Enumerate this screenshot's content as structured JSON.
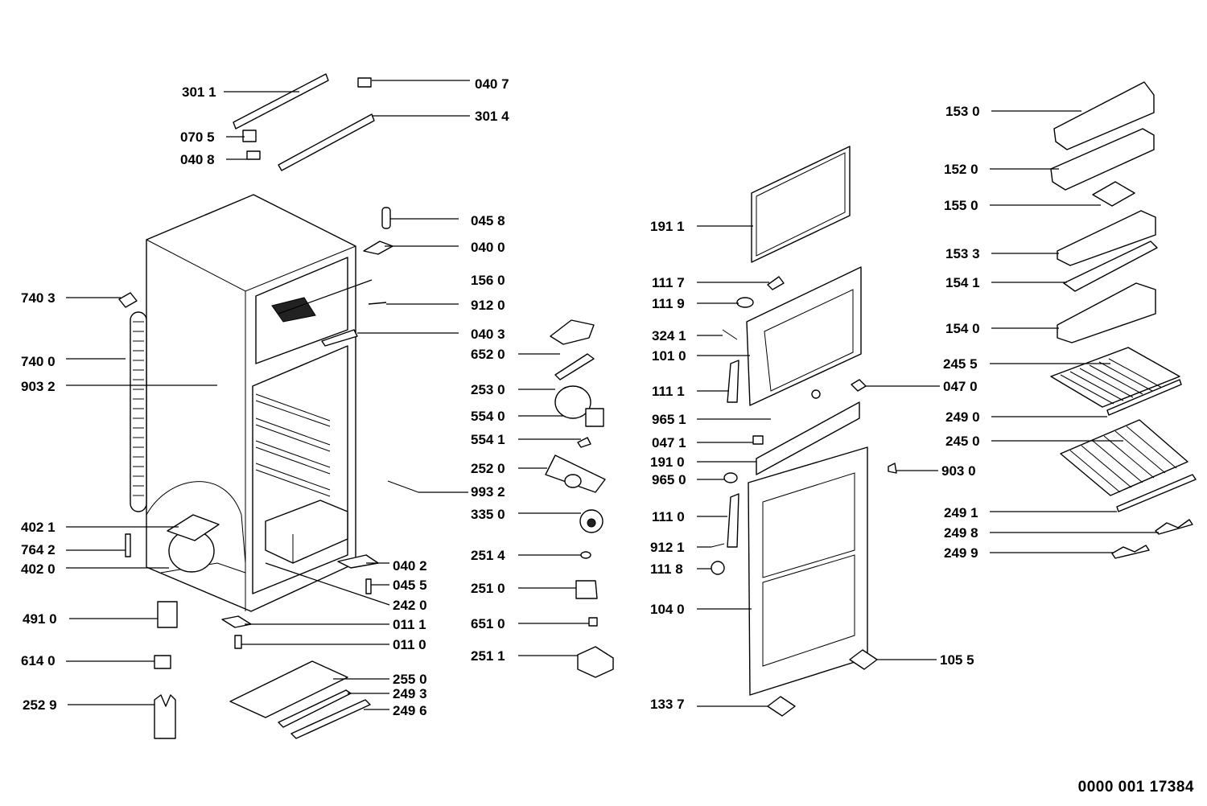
{
  "drawing_id": "0000 001 17384",
  "labels": {
    "301_1": "301 1",
    "040_7": "040 7",
    "301_4": "301 4",
    "070_5": "070 5",
    "040_8": "040 8",
    "045_8": "045 8",
    "040_0": "040 0",
    "156_0": "156 0",
    "912_0": "912 0",
    "040_3": "040 3",
    "652_0": "652 0",
    "740_3": "740 3",
    "740_0": "740 0",
    "903_2": "903 2",
    "253_0": "253 0",
    "554_0": "554 0",
    "554_1": "554 1",
    "252_0": "252 0",
    "993_2": "993 2",
    "335_0": "335 0",
    "402_1": "402 1",
    "764_2": "764 2",
    "402_0": "402 0",
    "251_4": "251 4",
    "040_2": "040 2",
    "045_5": "045 5",
    "251_0": "251 0",
    "242_0": "242 0",
    "491_0": "491 0",
    "011_1": "011 1",
    "651_0": "651 0",
    "011_0": "011 0",
    "614_0": "614 0",
    "251_1": "251 1",
    "255_0": "255 0",
    "249_3": "249 3",
    "252_9": "252 9",
    "249_6": "249 6",
    "191_1": "191 1",
    "111_7": "111 7",
    "111_9": "111 9",
    "324_1": "324 1",
    "101_0": "101 0",
    "111_1": "111 1",
    "965_1": "965 1",
    "047_1": "047 1",
    "191_0": "191 0",
    "965_0": "965 0",
    "111_0": "111 0",
    "912_1": "912 1",
    "111_8": "111 8",
    "104_0": "104 0",
    "133_7": "133 7",
    "105_5": "105 5",
    "903_0": "903 0",
    "153_0": "153 0",
    "152_0": "152 0",
    "155_0": "155 0",
    "153_3": "153 3",
    "154_1": "154 1",
    "154_0": "154 0",
    "245_5": "245 5",
    "047_0": "047 0",
    "249_0": "249 0",
    "245_0": "245 0",
    "249_1": "249 1",
    "249_8": "249 8",
    "249_9": "249 9"
  }
}
